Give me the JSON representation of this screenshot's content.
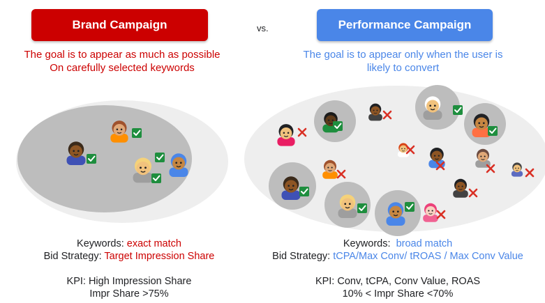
{
  "header": {
    "brand_label": "Brand Campaign",
    "vs_label": "vs.",
    "performance_label": "Performance Campaign"
  },
  "brand": {
    "goal_line1": "The goal is to appear as much as possible",
    "goal_line2": "On carefully selected keywords",
    "keywords_prefix": "Keywords: ",
    "keywords_value": "exact match",
    "bid_prefix": "Bid Strategy: ",
    "bid_value": "Target Impression Share",
    "kpi_line1": "KPI: High Impression Share",
    "kpi_line2": "Impr Share >75%"
  },
  "performance": {
    "goal_line1": "The goal is to appear only when the user is",
    "goal_line2": "likely to convert",
    "keywords_prefix": "Keywords:  ",
    "keywords_value": "broad match",
    "bid_prefix": "Bid Strategy: ",
    "bid_value": "tCPA/Max Conv/ tROAS / Max Conv Value",
    "kpi_line1": "KPI: Conv, tCPA, Conv Value, ROAS",
    "kpi_line2": "10% < Impr Share <70%"
  },
  "colors": {
    "brand_red": "#cc0000",
    "performance_blue": "#4a86e8",
    "check_green": "#1e8e3e",
    "cross_red": "#d93025"
  },
  "icons": {
    "match": "checkmark-icon",
    "no_match": "cross-icon",
    "person": "person-avatar-icon"
  }
}
